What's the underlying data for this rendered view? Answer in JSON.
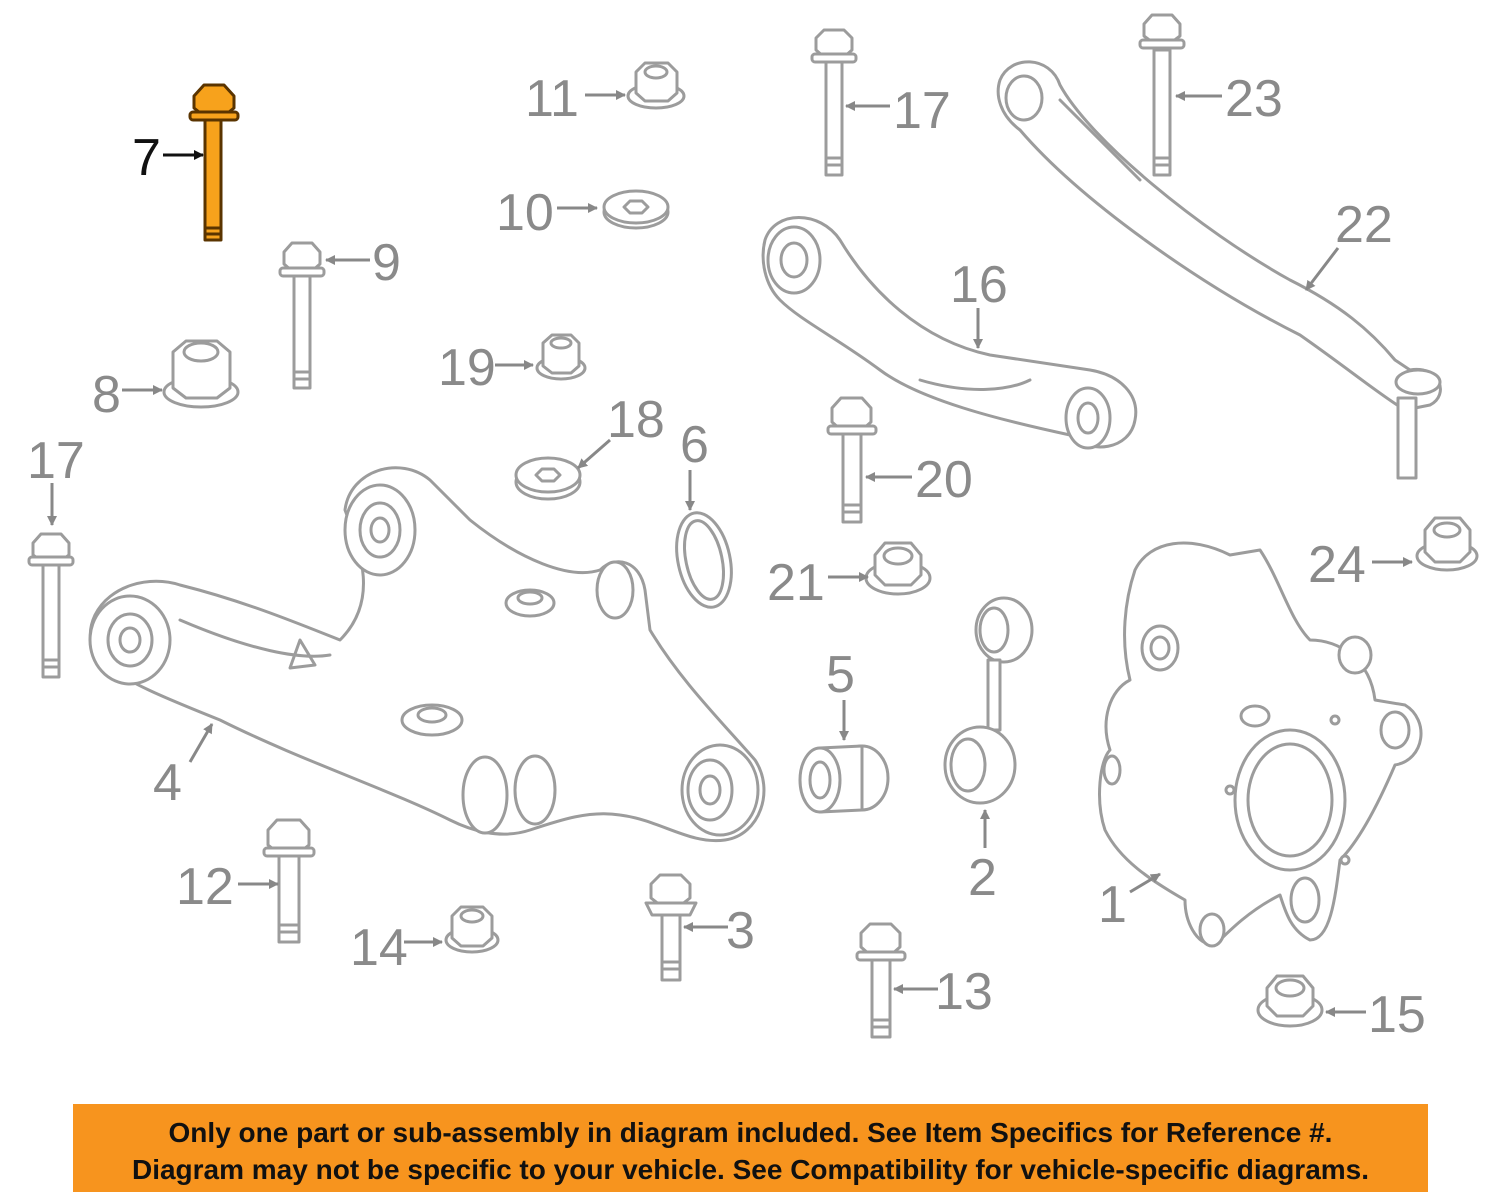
{
  "diagram": {
    "highlighted_callout": "7",
    "highlight_color": "#f7a21c",
    "callouts": {
      "c1": "1",
      "c2": "2",
      "c3": "3",
      "c4": "4",
      "c5": "5",
      "c6": "6",
      "c7": "7",
      "c8": "8",
      "c9": "9",
      "c10": "10",
      "c11": "11",
      "c12": "12",
      "c13": "13",
      "c14": "14",
      "c15": "15",
      "c16": "16",
      "c17a": "17",
      "c17b": "17",
      "c18": "18",
      "c19": "19",
      "c20": "20",
      "c21": "21",
      "c22": "22",
      "c23": "23",
      "c24": "24"
    }
  },
  "disclaimer": {
    "background_color": "#f7941e",
    "line1": "Only one part or sub-assembly in diagram included. See Item Specifics for Reference #.",
    "line2": "Diagram may not be specific to your vehicle. See Compatibility for vehicle-specific diagrams."
  }
}
